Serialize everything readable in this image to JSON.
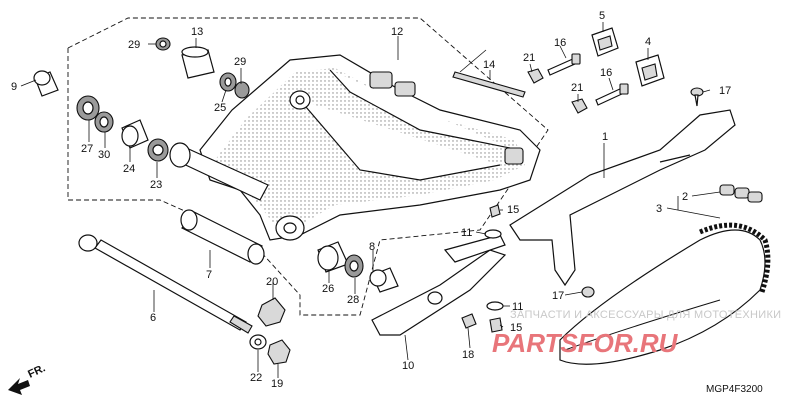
{
  "callouts": {
    "c1": "1",
    "c2": "2",
    "c3": "3",
    "c4": "4",
    "c5": "5",
    "c6": "6",
    "c7": "7",
    "c8": "8",
    "c9": "9",
    "c10": "10",
    "c11a": "11",
    "c11b": "11",
    "c12": "12",
    "c13": "13",
    "c14": "14",
    "c15a": "15",
    "c15b": "15",
    "c16a": "16",
    "c16b": "16",
    "c17a": "17",
    "c17b": "17",
    "c18": "18",
    "c19": "19",
    "c20": "20",
    "c21a": "21",
    "c21b": "21",
    "c22": "22",
    "c23": "23",
    "c24": "24",
    "c25": "25",
    "c26": "26",
    "c27": "27",
    "c28": "28",
    "c29a": "29",
    "c29b": "29",
    "c30": "30"
  },
  "direction_label": "FR.",
  "watermark_line1": "ЗАПЧАСТИ И АКСЕССУАРЫ ДЛЯ МОТОТЕХНИКИ",
  "watermark_line2": "PARTSFOR.RU",
  "diagram_code": "MGP4F3200",
  "colors": {
    "watermark_text": "#c8c8c8",
    "watermark_logo": "#e8757a",
    "line": "#111111"
  }
}
